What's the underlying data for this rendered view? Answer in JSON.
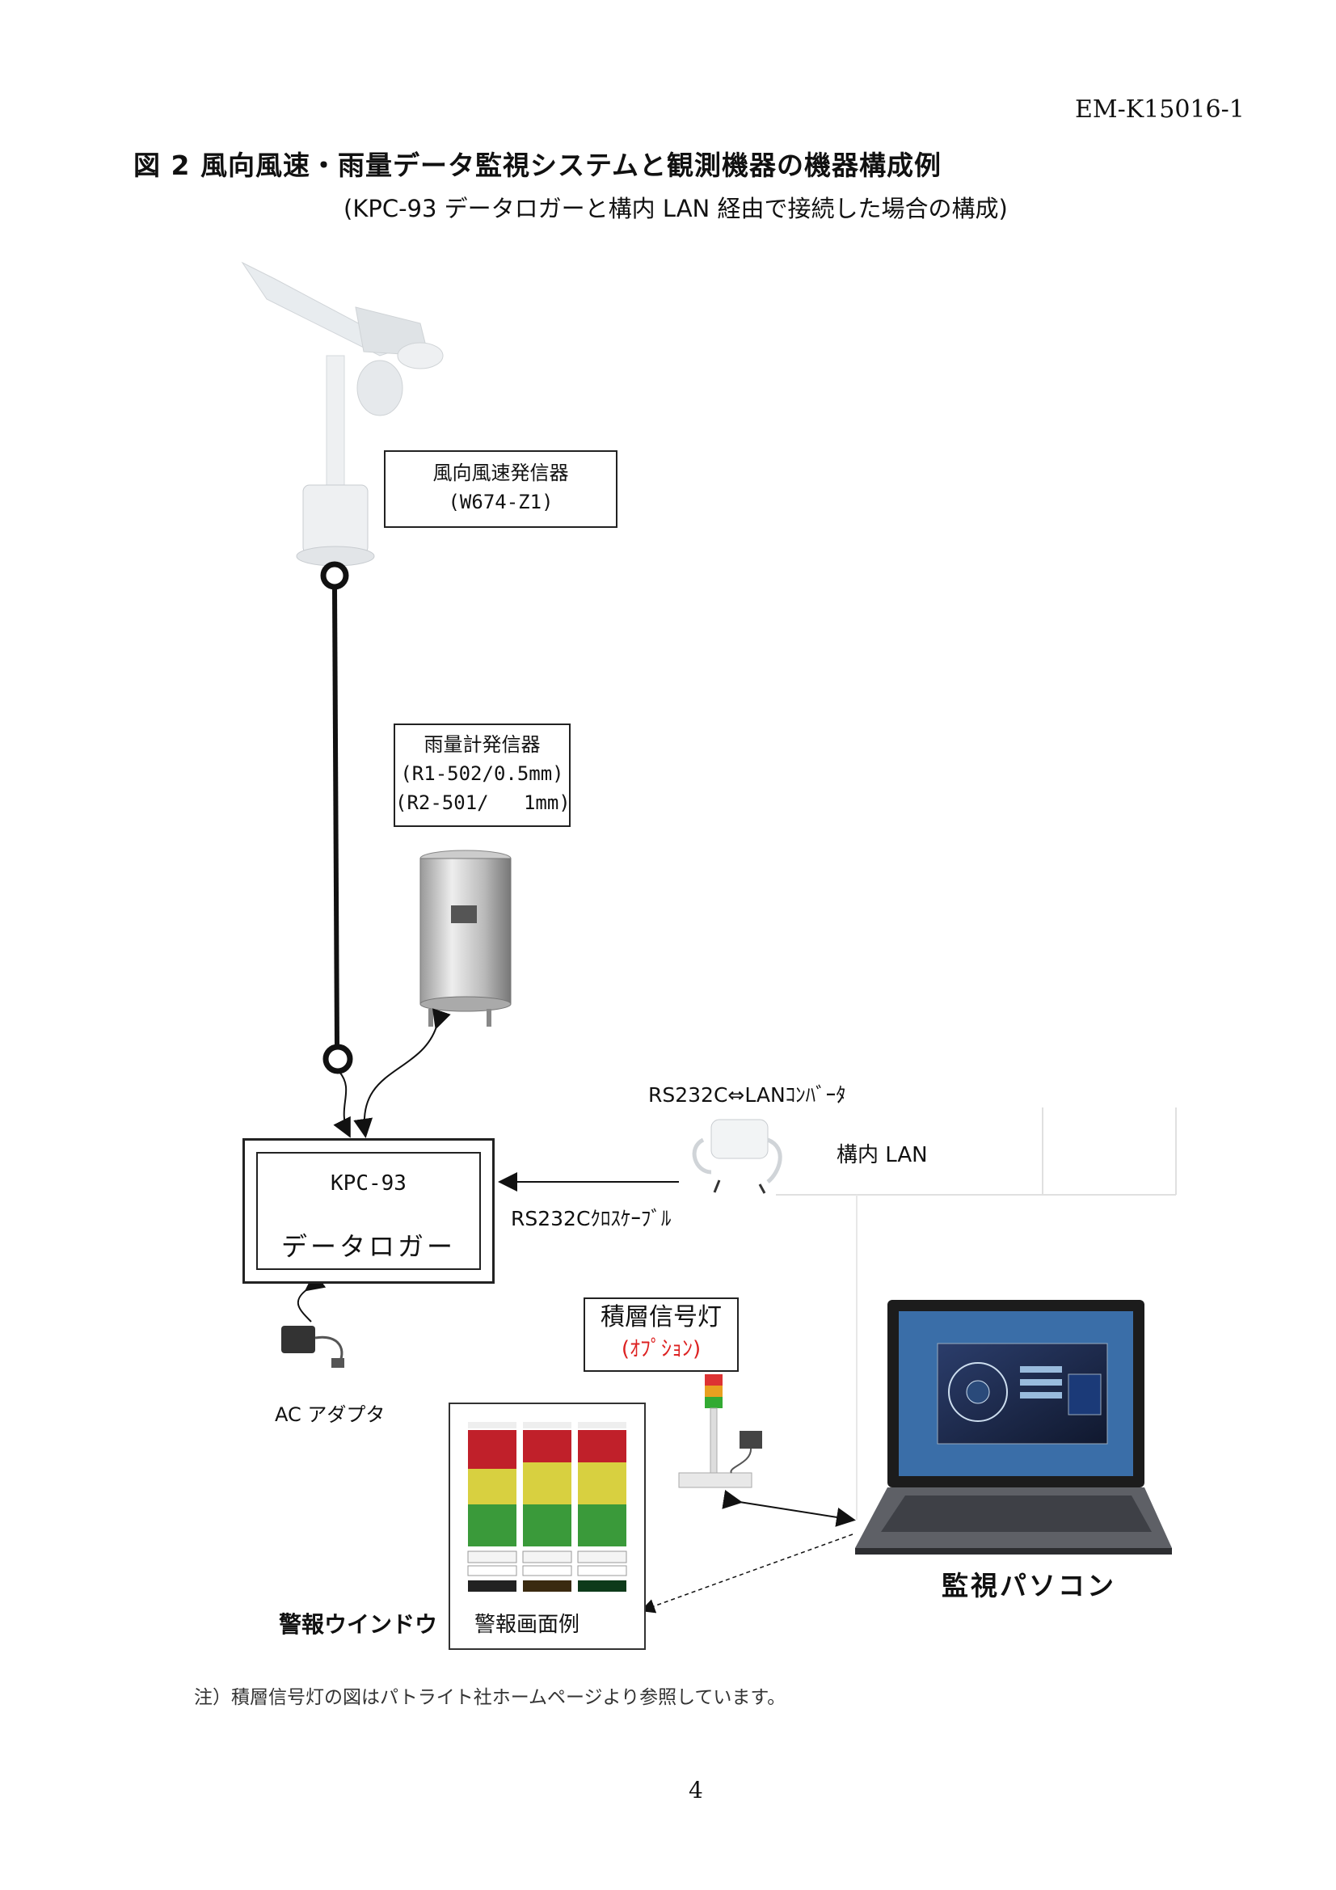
{
  "doc_id": "EM-K15016-1",
  "figure": {
    "title": "図 2  風向風速・雨量データ監視システムと観測機器の機器構成例",
    "subtitle": "(KPC-93 データロガーと構内 LAN 経由で接続した場合の構成)"
  },
  "wind_sensor": {
    "name": "風向風速発信器",
    "model": "(W674-Z1)"
  },
  "rain_gauge": {
    "name": "雨量計発信器",
    "model_1": "(R1-502/0.5mm)",
    "model_2": "(R2-501/   1mm)"
  },
  "logger": {
    "model": "KPC-93",
    "name": "データロガー"
  },
  "converter_label": "RS232C⇔LANｺﾝﾊﾞｰﾀ",
  "lan_label": "構内 LAN",
  "cross_cable_label": "RS232Cｸﾛｽｹｰﾌﾞﾙ",
  "ac_adapter_label": "AC アダプタ",
  "stack_light": {
    "name": "積層信号灯",
    "option": "(ｵﾌﾟｼｮﾝ)"
  },
  "alarm_window_label": "警報ウインドウ",
  "alarm_example_label": "警報画面例",
  "pc_label": "監視パソコン",
  "note": "注）積層信号灯の図はパトライト社ホームページより参照しています。",
  "page_number": "4",
  "colors": {
    "line": "#111111",
    "option_red": "#dd2222",
    "alarm_red": "#c0202a",
    "alarm_yellow": "#d8d040",
    "alarm_green": "#3a9a3a"
  }
}
